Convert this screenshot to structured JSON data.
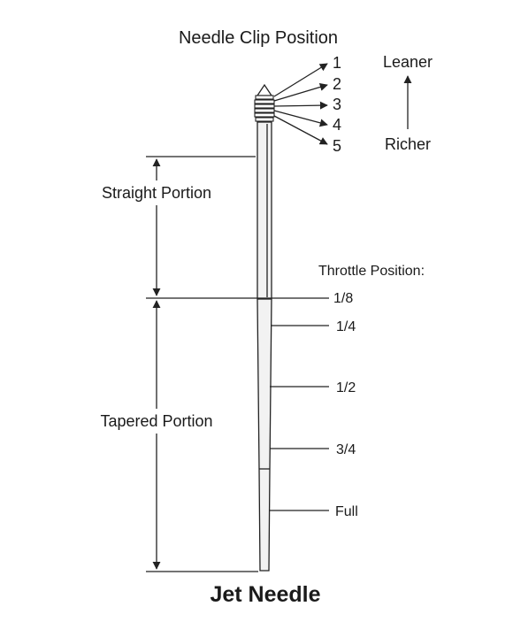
{
  "diagram": {
    "title": "Jet Needle",
    "clip_header": "Needle Clip Position",
    "clip_positions": [
      "1",
      "2",
      "3",
      "4",
      "5"
    ],
    "direction": {
      "up_label": "Leaner",
      "down_label": "Richer"
    },
    "sections": {
      "straight": "Straight Portion",
      "tapered": "Tapered Portion"
    },
    "throttle_header": "Throttle Position:",
    "throttle_positions": [
      "1/8",
      "1/4",
      "1/2",
      "3/4",
      "Full"
    ]
  }
}
